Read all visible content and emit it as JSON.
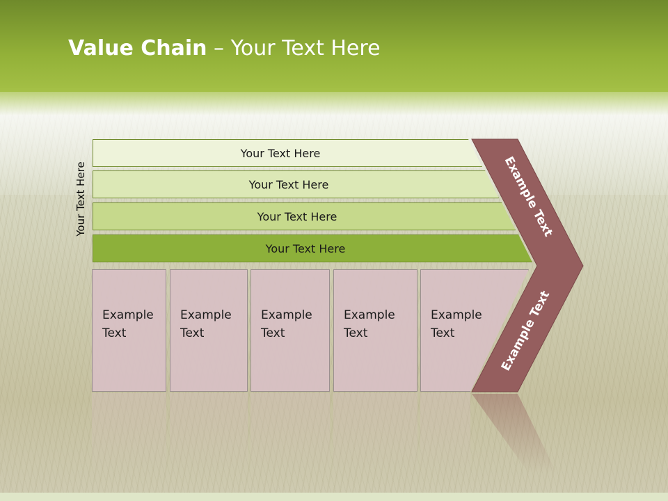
{
  "title": {
    "bold": "Value Chain",
    "rest": " – Your Text Here"
  },
  "side_label": "Your Text Here",
  "bars": [
    {
      "label": "Your Text Here",
      "color": "#eef3da"
    },
    {
      "label": "Your Text Here",
      "color": "#dce8b6"
    },
    {
      "label": "Your Text Here",
      "color": "#c6d98c"
    },
    {
      "label": "Your Text Here",
      "color": "#8db03a"
    }
  ],
  "boxes": [
    {
      "line1": "Example",
      "line2": "Text"
    },
    {
      "line1": "Example",
      "line2": "Text"
    },
    {
      "line1": "Example",
      "line2": "Text"
    },
    {
      "line1": "Example",
      "line2": "Text"
    },
    {
      "line1": "Example",
      "line2": "Text"
    }
  ],
  "chevron": {
    "top_label": "Example Text",
    "bottom_label": "Example Text",
    "color": "#955e5e"
  }
}
